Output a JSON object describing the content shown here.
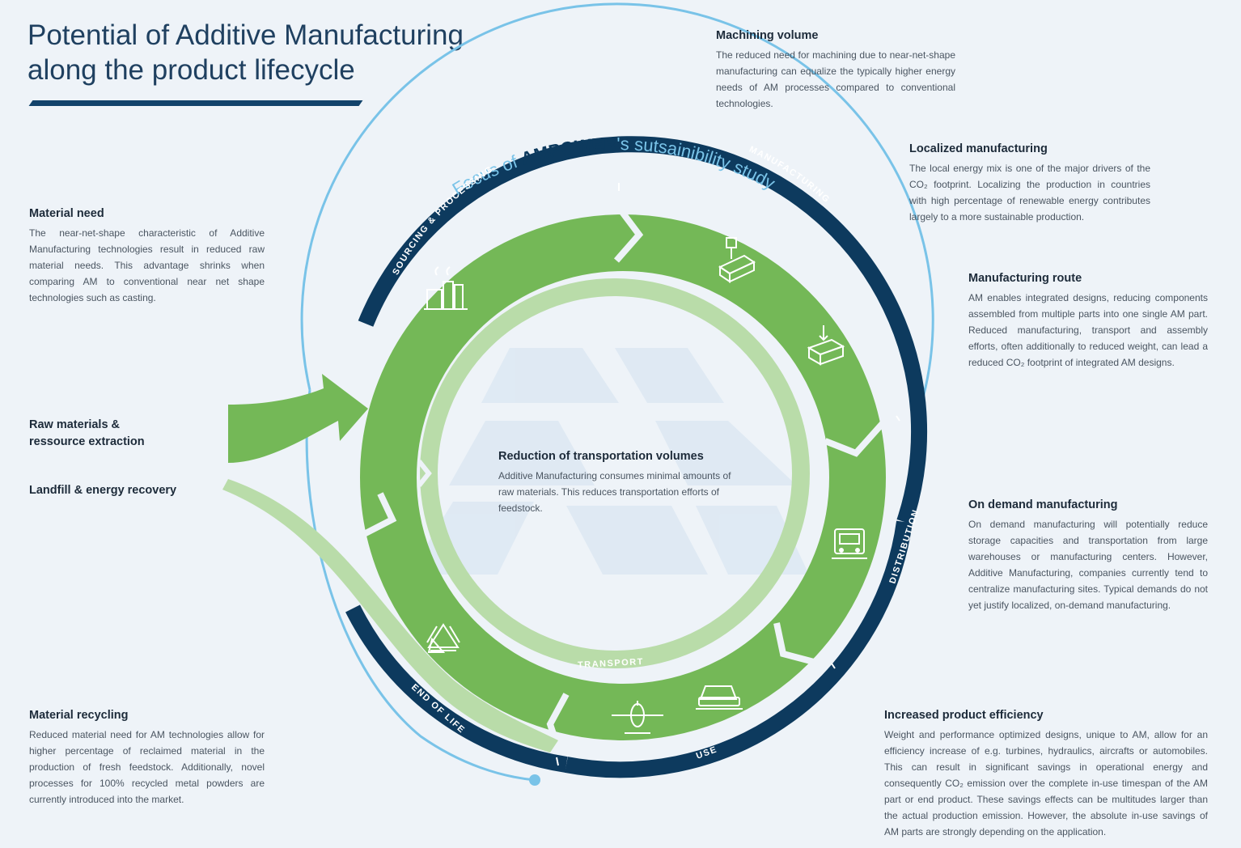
{
  "header": {
    "title_line1": "Potential of Additive Manufacturing",
    "title_line2": "along the product lifecycle"
  },
  "diagram": {
    "focus_prefix": "Focus of ",
    "focus_brand": "AMPOWER",
    "focus_suffix": "'s sutsainibility study",
    "stages": {
      "sourcing": "SOURCING & PROCESSING",
      "manufacturing": "MANUFACTURING",
      "distribution": "DISTRIBUTION",
      "use": "USE",
      "end_of_life": "END OF LIFE",
      "transport": "TRANSPORT"
    },
    "colors": {
      "dark_ring": "#0d3a5e",
      "green": "#74b857",
      "light_green": "#b9dca9",
      "focus_line": "#79c3e8"
    }
  },
  "side_labels": {
    "raw_materials_line1": "Raw materials &",
    "raw_materials_line2": "ressource extraction",
    "landfill": "Landfill & energy recovery"
  },
  "blocks": {
    "machining": {
      "title": "Machining volume",
      "text": "The reduced need for machining due to near-net-shape manufacturing can equalize the typically higher energy needs of AM processes compared to conventional technologies."
    },
    "localized": {
      "title": "Localized manufacturing",
      "text": "The local energy mix is one of the major drivers of the CO₂ footprint. Localizing the production in countries with high percentage of renewable energy contributes largely to a more sustainable production."
    },
    "material_need": {
      "title": "Material need",
      "text": "The near-net-shape characteristic of Additive Manufacturing technologies result in reduced raw material needs. This advantage shrinks when comparing AM to conventional near net shape technologies such as casting."
    },
    "route": {
      "title": "Manufacturing route",
      "text": "AM enables integrated designs, reducing components assembled from multiple parts into one single AM part. Reduced manufacturing, transport and assembly efforts, often additionally to reduced weight, can lead a reduced CO₂ footprint of integrated AM designs."
    },
    "transport": {
      "title": "Reduction of transportation volumes",
      "text": "Additive Manufacturing consumes minimal amounts of raw materials. This reduces transportation efforts of feedstock."
    },
    "on_demand": {
      "title": "On demand manufacturing",
      "text": "On demand manufacturing will potentially reduce storage capacities and transportation from large warehouses or manufacturing centers. However, Additive Manufacturing, companies currently tend to centralize manufacturing sites. Typical demands do not yet justify localized, on-demand manufacturing."
    },
    "recycling": {
      "title": "Material recycling",
      "text": "Reduced material need for AM technologies allow for higher percentage of reclaimed material in the production of fresh feedstock. Additionally, novel processes for 100% recycled metal powders are currently introduced into the market."
    },
    "efficiency": {
      "title": "Increased product efficiency",
      "text": "Weight and performance optimized designs, unique to AM, allow for an efficiency increase of e.g. turbines, hydraulics, aircrafts or automobiles. This can result in significant savings in operational energy and consequently CO₂ emission over the complete in-use timespan of the AM part or end product. These savings effects can be multitudes larger than the actual production emission. However, the absolute in-use savings of AM parts are strongly depending on the application."
    }
  }
}
